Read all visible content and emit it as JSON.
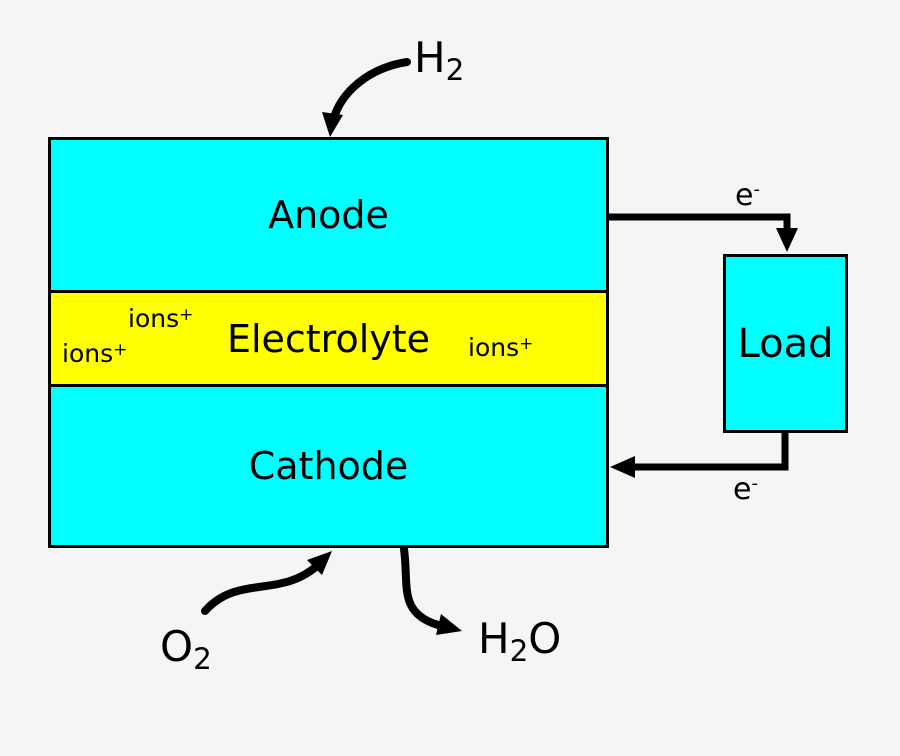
{
  "colors": {
    "background": "#f5f5f5",
    "electrode_fill": "#00ffff",
    "electrolyte_fill": "#ffff00",
    "load_fill": "#00ffff",
    "line": "#000000"
  },
  "cell": {
    "anode_label": "Anode",
    "electrolyte_label": "Electrolyte",
    "cathode_label": "Cathode",
    "ion_labels": [
      {
        "base": "ions",
        "sup": "+"
      },
      {
        "base": "ions",
        "sup": "+"
      },
      {
        "base": "ions",
        "sup": "+"
      }
    ]
  },
  "load": {
    "label": "Load"
  },
  "electrons": {
    "top": {
      "base": "e",
      "sup": "-"
    },
    "bottom": {
      "base": "e",
      "sup": "-"
    }
  },
  "species": {
    "hydrogen_in": {
      "base": "H",
      "sub": "2"
    },
    "oxygen_in": {
      "base": "O",
      "sub": "2"
    },
    "water_out": {
      "base": "H",
      "sub": "2",
      "tail": "O"
    }
  }
}
